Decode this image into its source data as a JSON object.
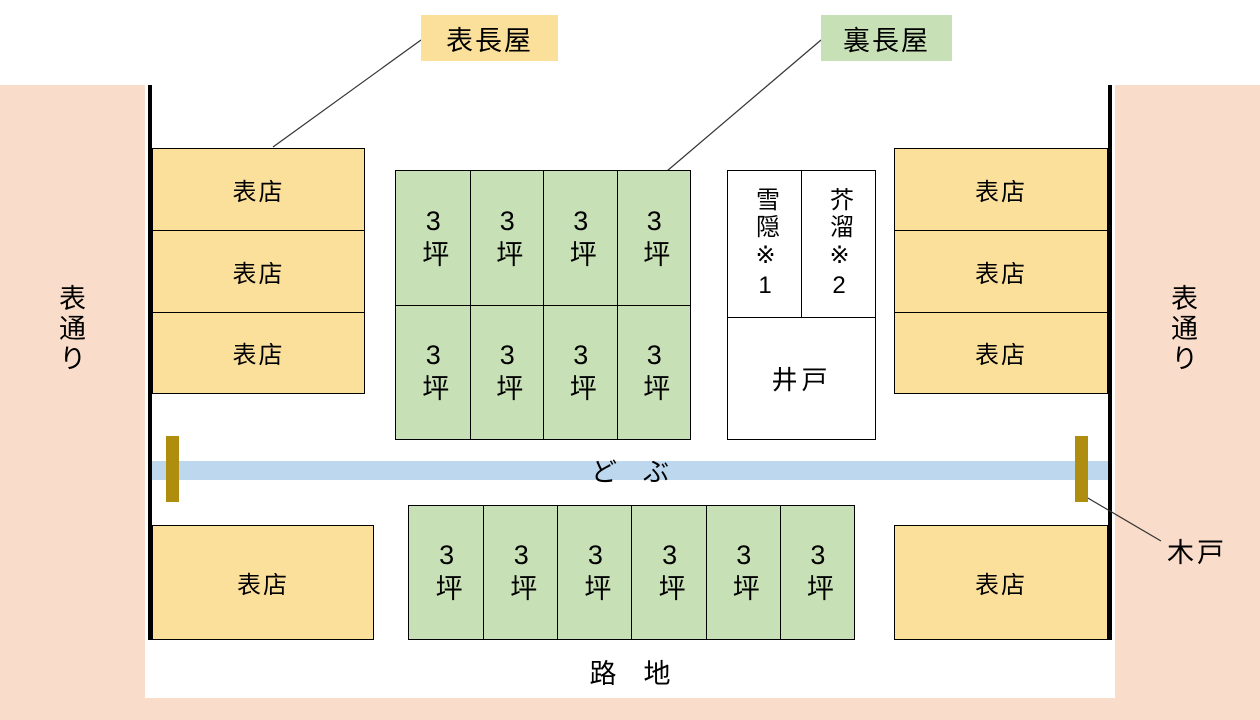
{
  "legend": {
    "front_rowhouse_label": "表長屋",
    "back_rowhouse_label": "裏長屋"
  },
  "streets": {
    "front_street_left": "表通り",
    "front_street_right": "表通り",
    "alley": "路　地"
  },
  "front_shops": {
    "left": [
      "表店",
      "表店",
      "表店"
    ],
    "right": [
      "表店",
      "表店",
      "表店"
    ],
    "bottom": [
      "表店",
      "表店"
    ]
  },
  "back_rowhouse_units": {
    "top_block": [
      "3坪",
      "3坪",
      "3坪",
      "3坪",
      "3坪",
      "3坪",
      "3坪",
      "3坪"
    ],
    "bottom_block": [
      "3坪",
      "3坪",
      "3坪",
      "3坪",
      "3坪",
      "3坪"
    ]
  },
  "facilities": {
    "toilet": "雪隠※1",
    "garbage_dump": "芥溜※2",
    "well": "井戸"
  },
  "gutter_label": "ど　ぶ",
  "gate_label": "木戸",
  "colors": {
    "street_peach": "#F9DCC9",
    "shop_yellow": "#FBE09C",
    "unit_green": "#C7E0B5",
    "gutter_blue": "#BDD7EE",
    "gate_gold": "#AE8D0F",
    "wall_black": "#000000"
  }
}
